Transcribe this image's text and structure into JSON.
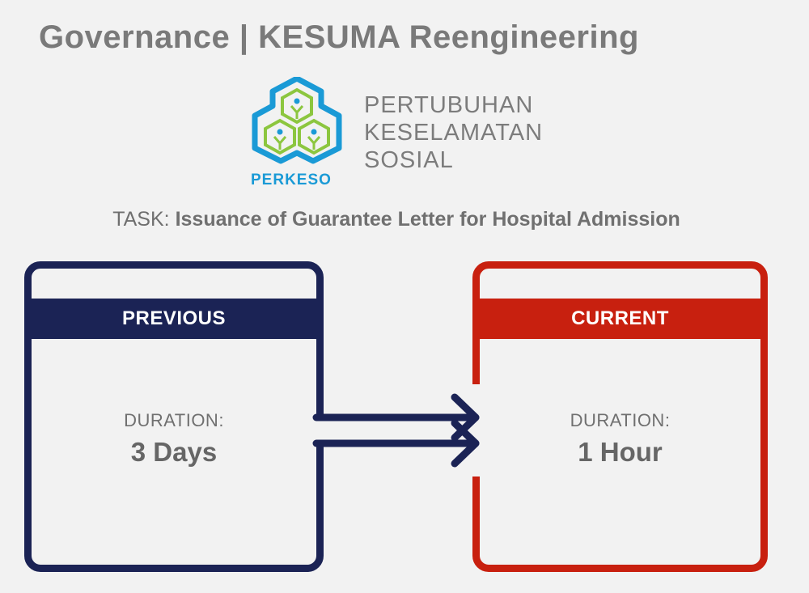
{
  "header": {
    "title": "Governance | KESUMA Reengineering"
  },
  "logo": {
    "wordmark": "PERKESO",
    "org_lines": [
      "PERTUBUHAN",
      "KESELAMATAN",
      "SOSIAL"
    ],
    "colors": {
      "blue": "#1a9ad6",
      "green": "#8cc63f"
    }
  },
  "task": {
    "label": "TASK:",
    "title": "Issuance of Guarantee Letter for Hospital Admission"
  },
  "previous": {
    "heading": "PREVIOUS",
    "duration_label": "DURATION:",
    "duration_value": "3 Days",
    "color": "#1b2355"
  },
  "current": {
    "heading": "CURRENT",
    "duration_label": "DURATION:",
    "duration_value": "1 Hour",
    "color": "#c8200f"
  }
}
